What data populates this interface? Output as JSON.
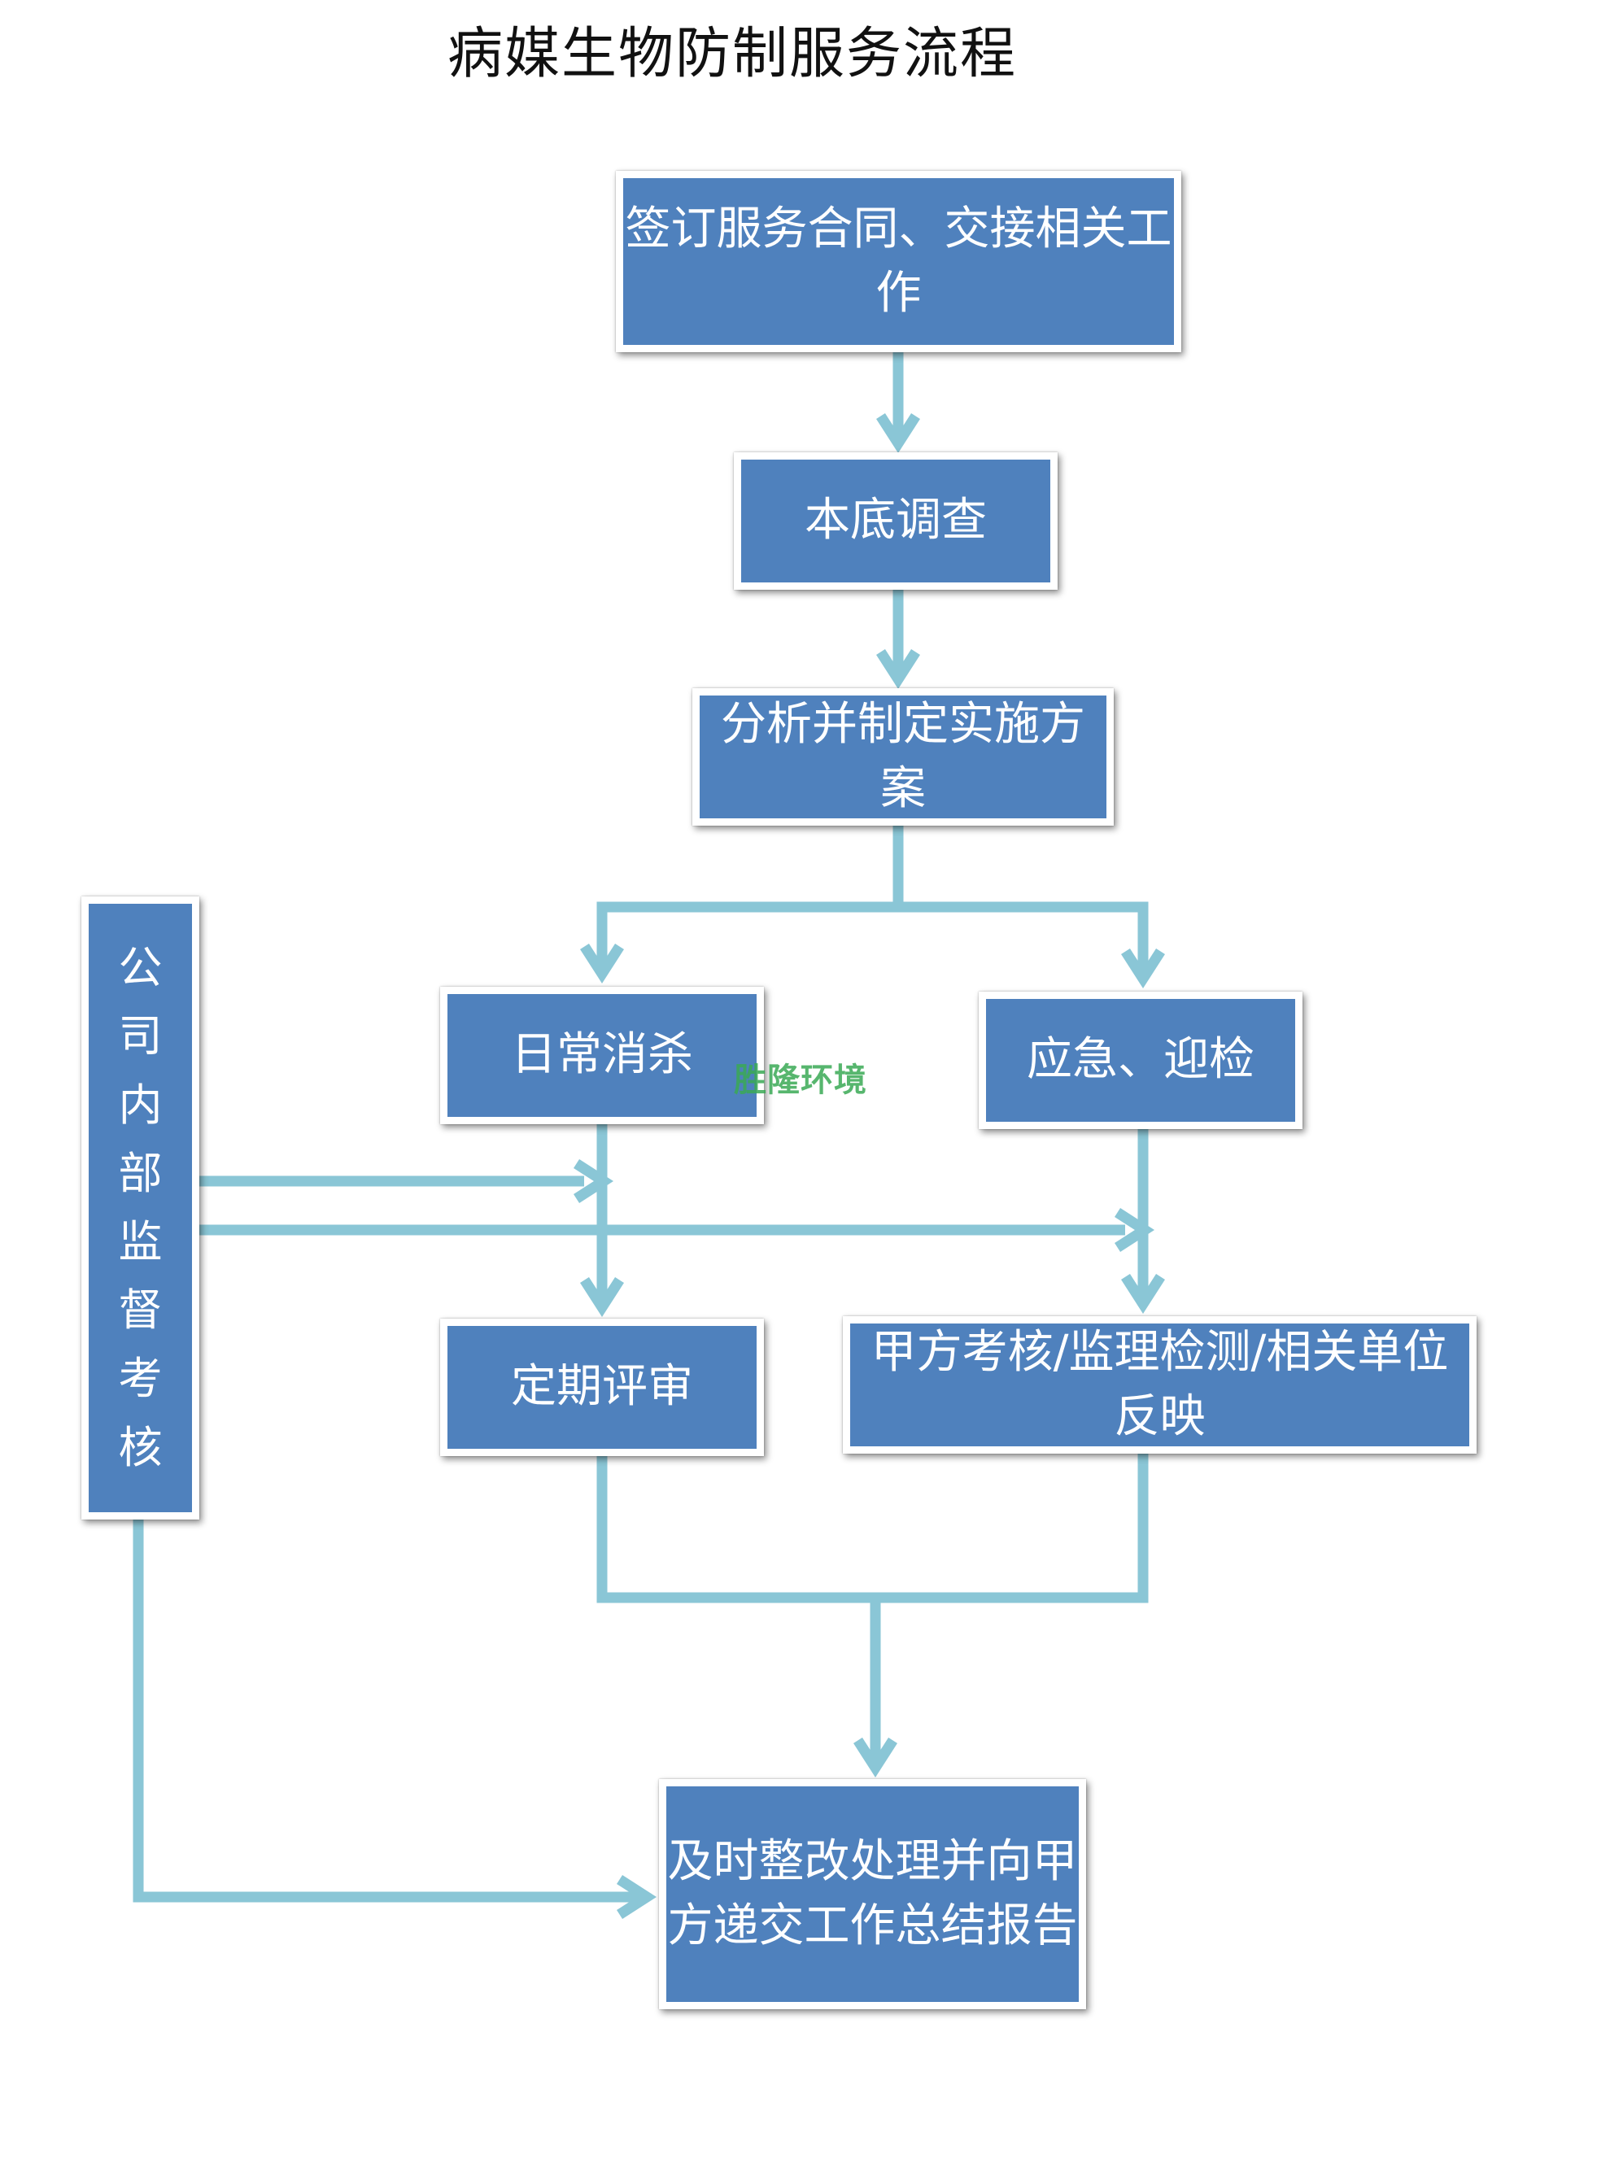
{
  "title": "病媒生物防制服务流程",
  "watermark": "胜隆环境",
  "colors": {
    "box_fill": "#4f81bd",
    "connector": "#8ac6d6",
    "box_text": "#ffffff"
  },
  "nodes": {
    "contract": "签订服务合同、交接相关工作",
    "survey": "本底调查",
    "plan": "分析并制定实施方案",
    "daily": "日常消杀",
    "emergency": "应急、迎检",
    "review": "定期评审",
    "client_check": "甲方考核/监理检测/相关单位反映",
    "rectify_line1": "及时整改处理并向甲",
    "rectify_line2": "方递交工作总结报告",
    "supervision": [
      "公",
      "司",
      "内",
      "部",
      "监",
      "督",
      "考",
      "核"
    ]
  },
  "edges": [
    [
      "contract",
      "survey"
    ],
    [
      "survey",
      "plan"
    ],
    [
      "plan",
      "daily"
    ],
    [
      "plan",
      "emergency"
    ],
    [
      "daily",
      "review"
    ],
    [
      "emergency",
      "client_check"
    ],
    [
      "supervision",
      "daily"
    ],
    [
      "supervision",
      "emergency"
    ],
    [
      "review",
      "rectify"
    ],
    [
      "client_check",
      "rectify"
    ],
    [
      "supervision",
      "rectify"
    ]
  ]
}
